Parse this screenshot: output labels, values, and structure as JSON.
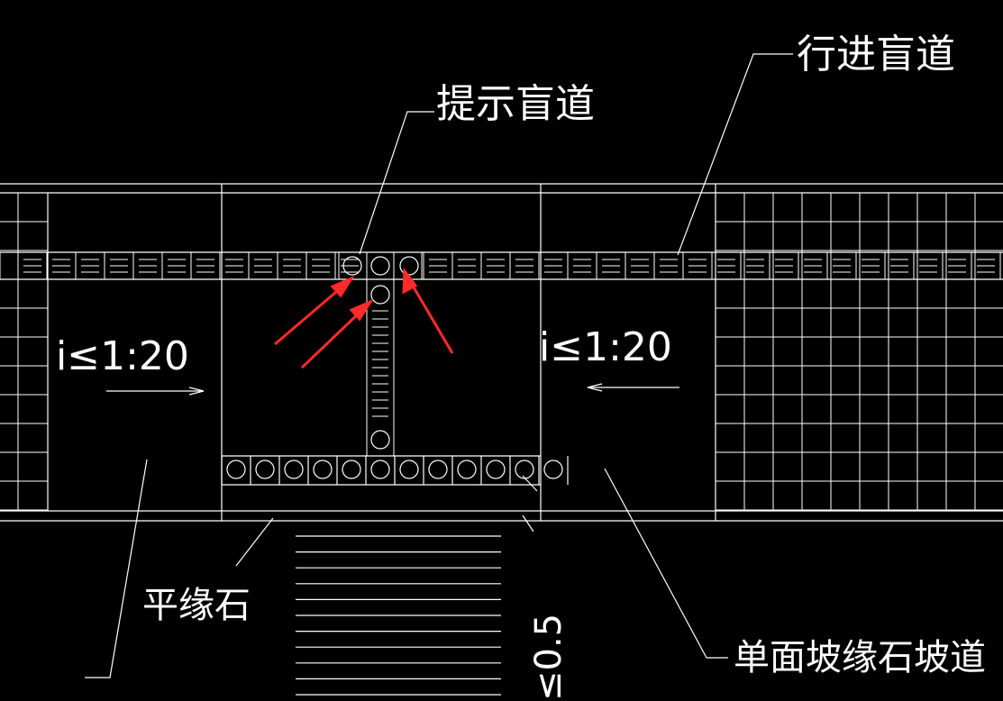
{
  "labels": {
    "warning_tactile": "提示盲道",
    "guiding_tactile": "行进盲道",
    "slope_left": "i≤1:20",
    "slope_right": "i≤1:20",
    "flat_curb": "平缘石",
    "single_slope_ramp": "单面坡缘石坡道",
    "gap_text": "≤0.5"
  },
  "colors": {
    "background": "#000000",
    "linework": "#ffffff",
    "arrow": "#ff2a2a"
  },
  "counts": {
    "bottom_circle_row": 12,
    "top_circle_row": 3,
    "crosswalk_stripes": 11
  }
}
